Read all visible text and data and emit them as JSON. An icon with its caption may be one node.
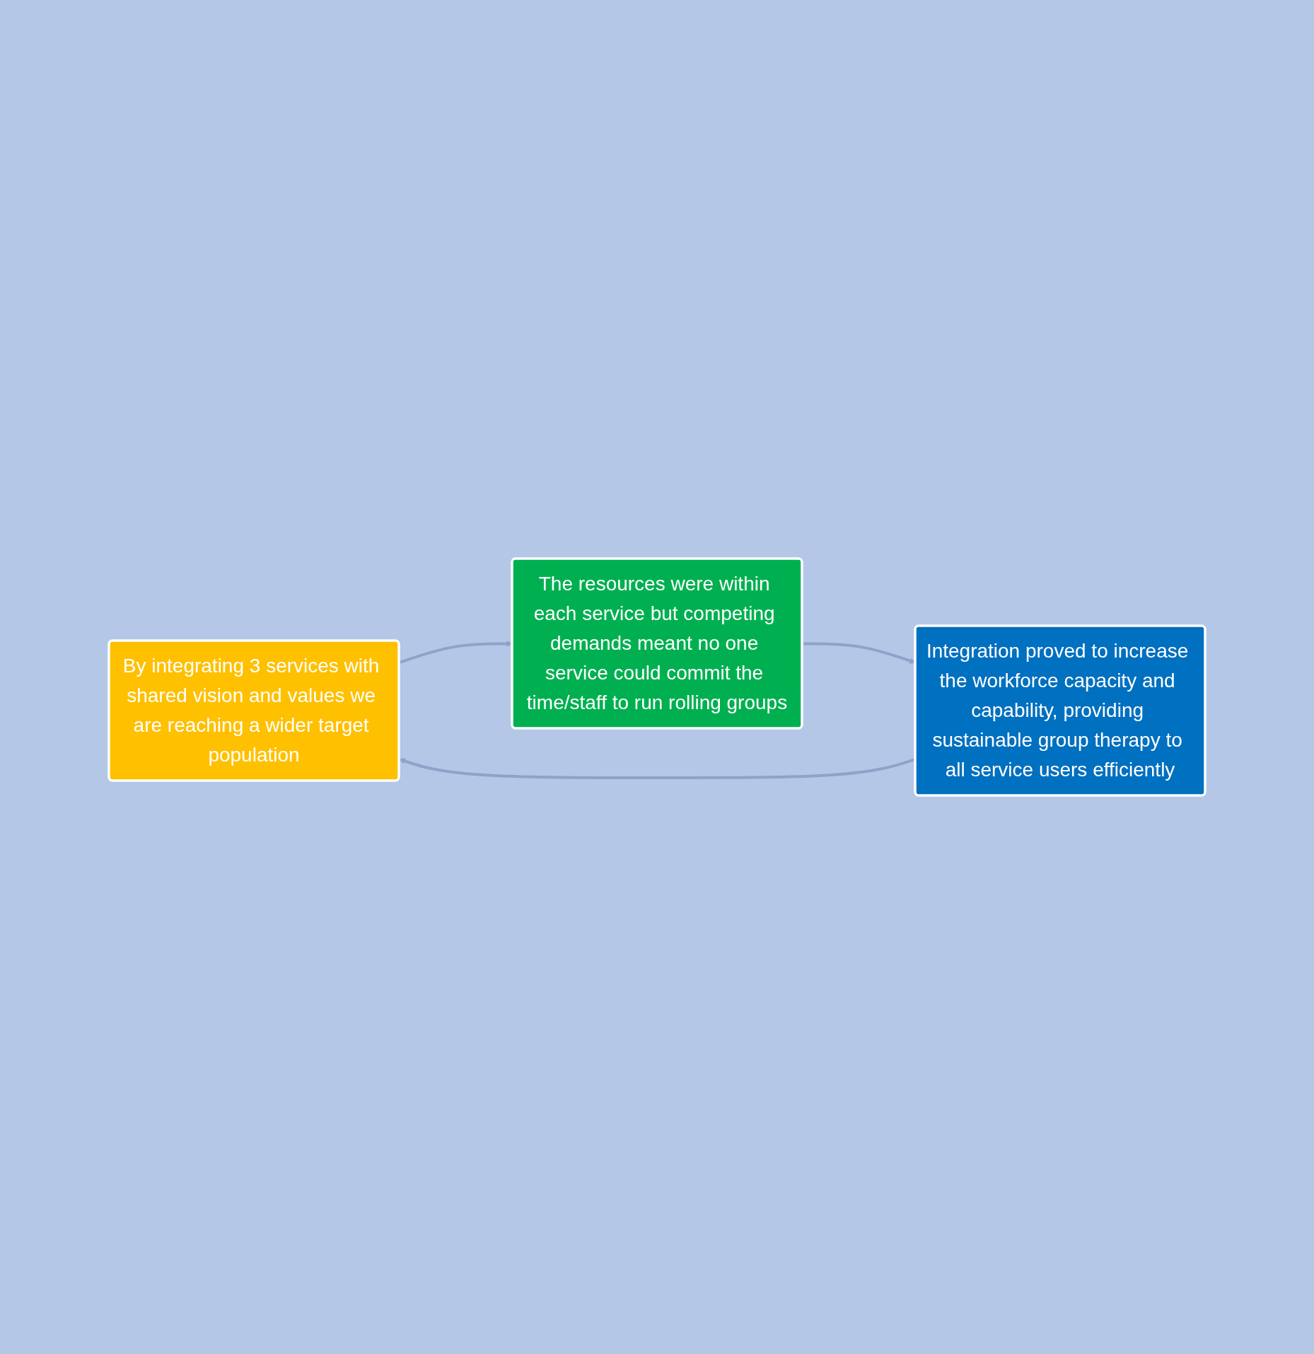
{
  "diagram": {
    "nodes": [
      {
        "text": [
          "By integrating 3 services with shared vision and values we are reaching a wider target population"
        ]
      },
      {
        "text": [
          "The resources were within each service but competing demands meant no one service could commit the time/staff to run rolling groups"
        ]
      },
      {
        "text": [
          "Integration proved to increase the workforce capacity and capability, providing sustainable group therapy to all service users efficiently"
        ]
      }
    ],
    "edges": [
      {
        "from": 0,
        "to": 1,
        "arrow": "to"
      },
      {
        "from": 1,
        "to": 2,
        "arrow": "to"
      },
      {
        "from": 2,
        "to": 0,
        "arrow": "to"
      }
    ]
  }
}
